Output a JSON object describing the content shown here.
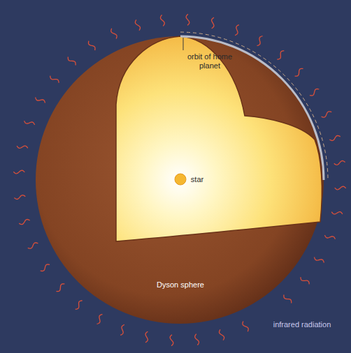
{
  "diagram": {
    "labels": [
      "orbit of home planet",
      "star",
      "Dyson sphere",
      "infrared radiation"
    ]
  }
}
